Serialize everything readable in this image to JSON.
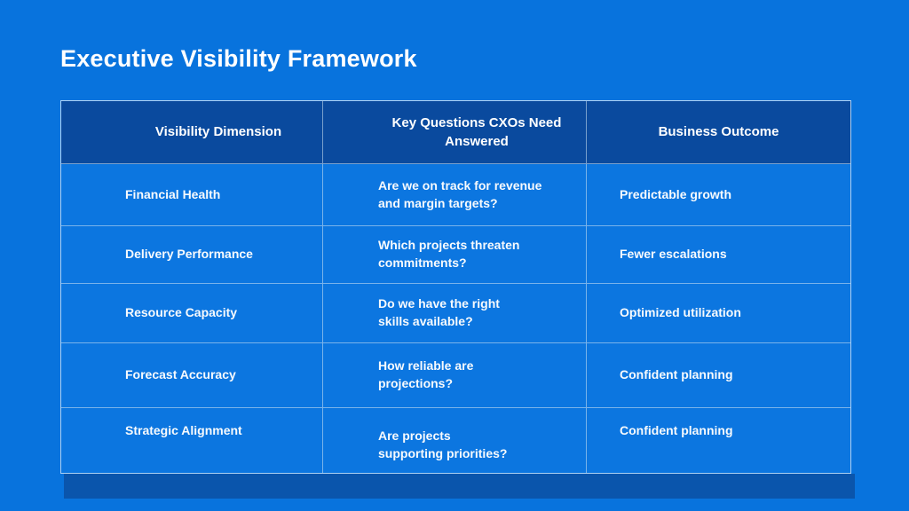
{
  "slide": {
    "title": "Executive Visibility Framework",
    "colors": {
      "background": "#0873dd",
      "table_header": "#0a4a9e",
      "table_body": "#0c76e0",
      "shadow_bar": "#0a55ac",
      "grid_lines": "#d6e6f3",
      "text": "#ffffff"
    }
  },
  "table": {
    "columns": [
      "Visibility Dimension",
      "Key Questions CXOs Need\nAnswered",
      "Business Outcome"
    ],
    "rows": [
      {
        "dimension": "Financial Health",
        "question": "Are we on track for revenue\nand margin targets?",
        "outcome": "Predictable growth"
      },
      {
        "dimension": "Delivery Performance",
        "question": "Which projects threaten\ncommitments?",
        "outcome": "Fewer escalations"
      },
      {
        "dimension": "Resource Capacity",
        "question": "Do we have the right\nskills available?",
        "outcome": "Optimized utilization"
      },
      {
        "dimension": "Forecast Accuracy",
        "question": "How reliable are\nprojections?",
        "outcome": "Confident planning"
      },
      {
        "dimension": "Strategic Alignment",
        "question": "Are projects\nsupporting priorities?",
        "outcome": "Confident planning"
      }
    ]
  }
}
